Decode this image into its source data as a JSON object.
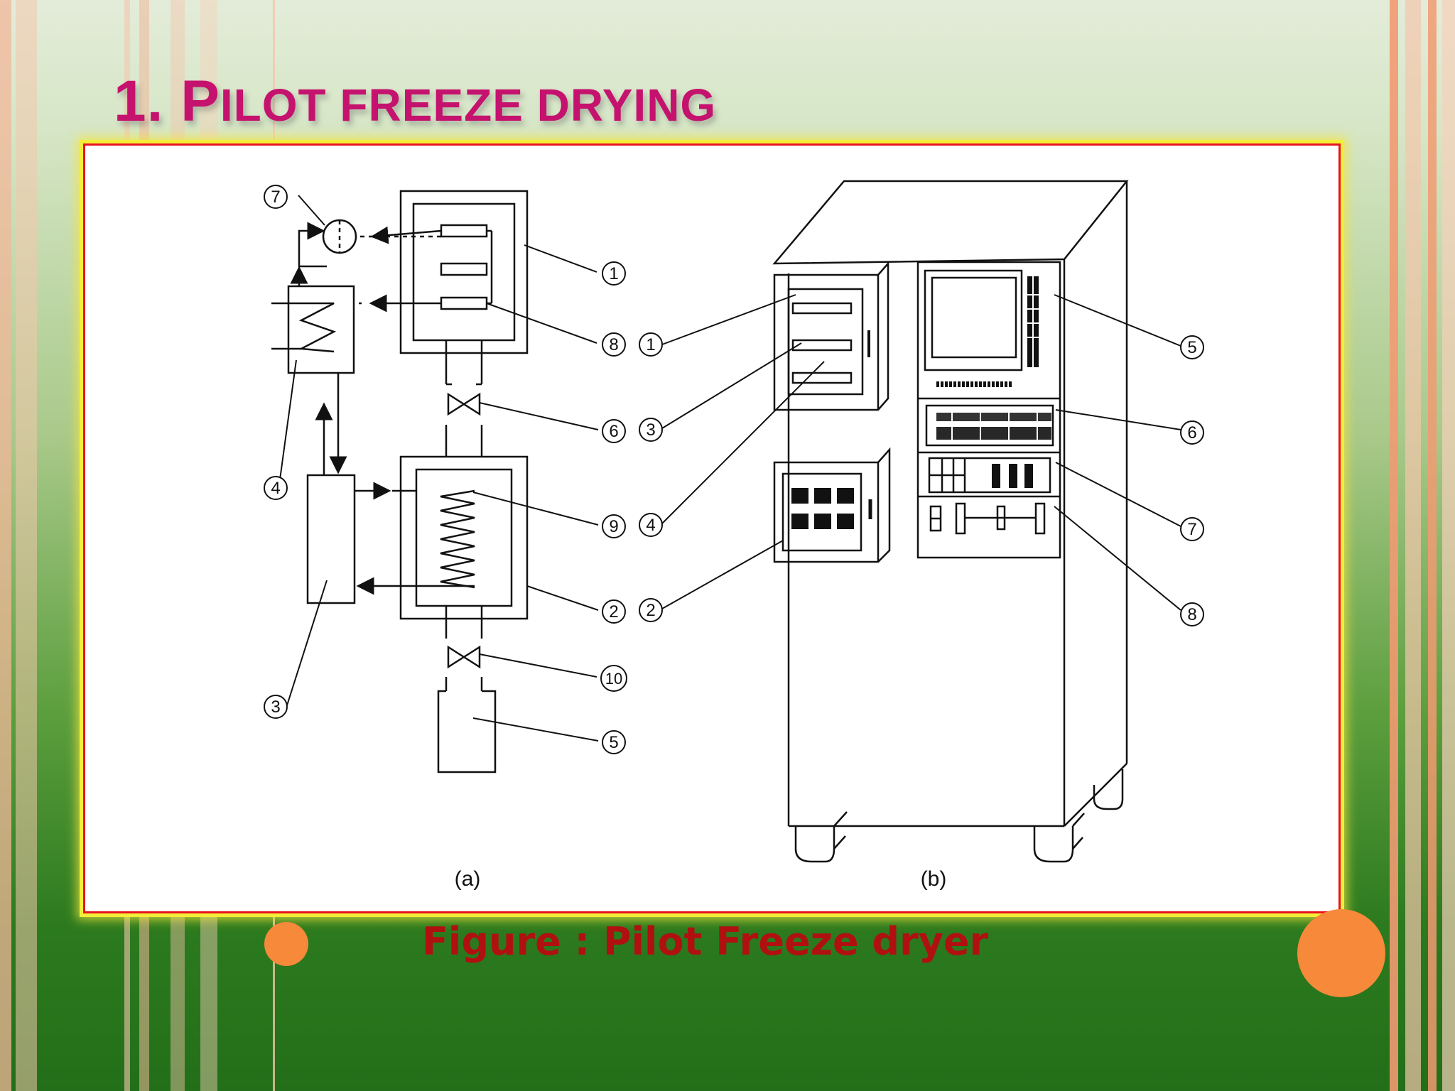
{
  "slide": {
    "title_number": "1.",
    "title_initial": "P",
    "title_rest": "ILOT FREEZE DRYING",
    "caption": "Figure : Pilot Freeze dryer"
  },
  "diagram": {
    "panel_a": {
      "label": "(a)",
      "callouts": [
        "1",
        "2",
        "3",
        "4",
        "5",
        "6",
        "7",
        "8",
        "9",
        "10"
      ]
    },
    "panel_b": {
      "label": "(b)",
      "callouts": [
        "1",
        "2",
        "3",
        "4",
        "5",
        "6",
        "7",
        "8"
      ]
    }
  },
  "colors": {
    "title": "#c5126e",
    "caption": "#b01010",
    "frame_border": "#e8121c",
    "frame_glow": "#f3ee3a",
    "accent_dot": "#f6893a"
  }
}
